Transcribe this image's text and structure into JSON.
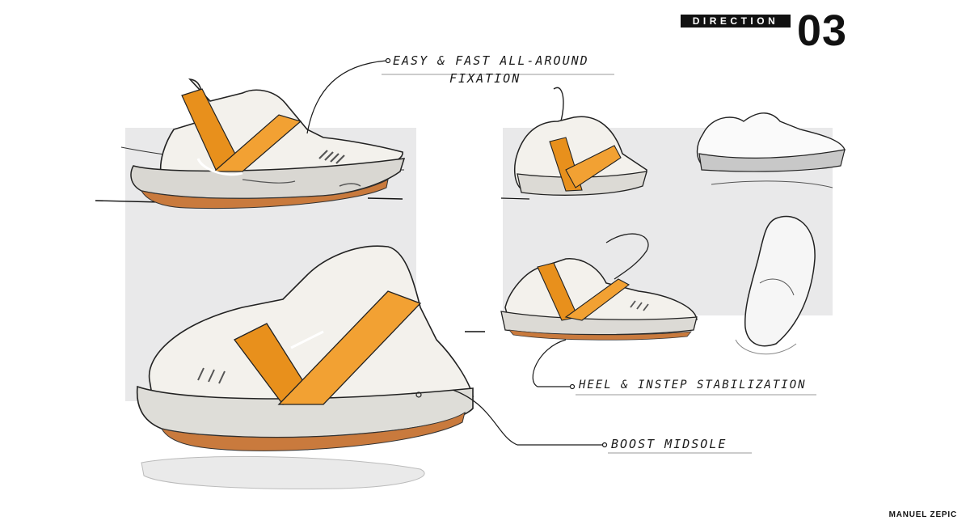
{
  "header": {
    "direction_label": "DIRECTION",
    "direction_number": "03"
  },
  "callouts": {
    "fixation_line1": "EASY & FAST ALL-AROUND",
    "fixation_line2": "FIXATION",
    "stabilization": "HEEL & INSTEP STABILIZATION",
    "midsole": "BOOST MIDSOLE"
  },
  "footer": {
    "author": "MANUEL ZEPIC"
  },
  "colors": {
    "accent": "#e8901c",
    "panel": "#e9e9ea",
    "ink": "#1a1a1a",
    "sole": "#c97a3d"
  }
}
